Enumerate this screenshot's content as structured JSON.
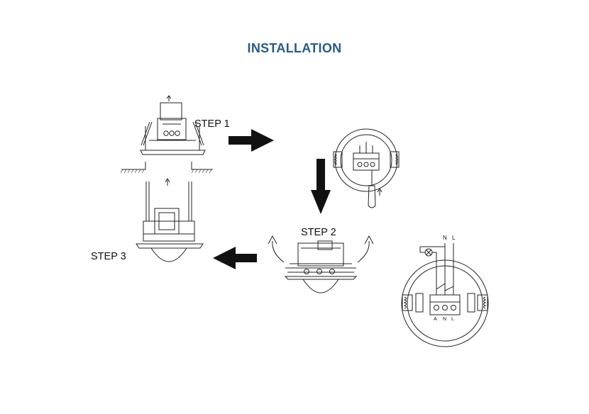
{
  "title": "INSTALLATION",
  "steps": {
    "step1": "STEP 1",
    "step2": "STEP 2",
    "step3": "STEP 3"
  },
  "terminals": {
    "a": "A",
    "n": "N",
    "l": "L"
  },
  "wires": {
    "n": "N",
    "l": "L"
  },
  "colors": {
    "title": "#2b5a84",
    "line": "#222222",
    "arrow": "#111111"
  }
}
